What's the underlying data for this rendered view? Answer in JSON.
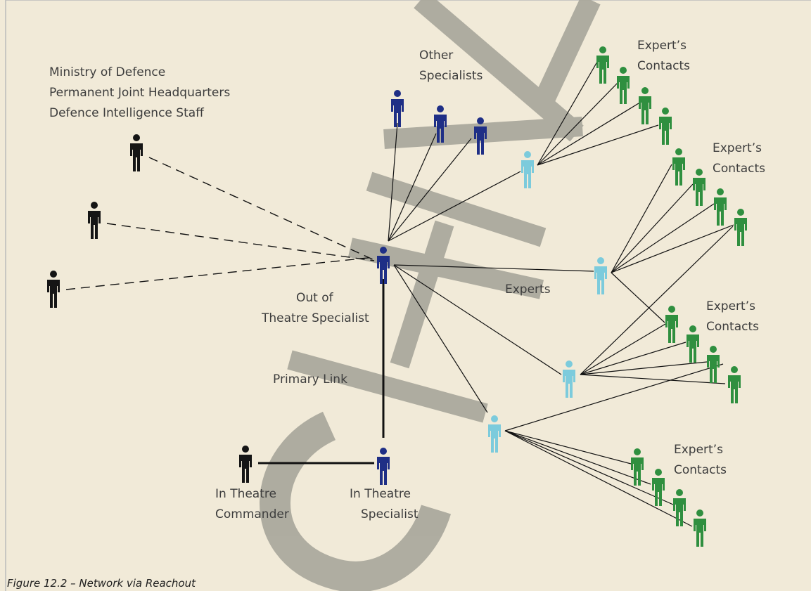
{
  "colors": {
    "background": "#f1ead8",
    "border": "#bbbbbb",
    "watermark": "#a9a79c",
    "black_person": "#151515",
    "navy_person": "#1f2f86",
    "light_blue_person": "#7ccbdc",
    "green_person": "#2f8f3f",
    "link_line": "#111111"
  },
  "watermark": {
    "text": "CHAIN"
  },
  "labels": {
    "ministry": [
      "Ministry of Defence",
      "Permanent Joint Headquarters",
      "Defence Intelligence Staff"
    ],
    "other_specialists": [
      "Other",
      "Specialists"
    ],
    "experts_contacts_1": [
      "Expert’s",
      "Contacts"
    ],
    "experts_contacts_2": [
      "Expert’s",
      "Contacts"
    ],
    "experts_contacts_3": [
      "Expert’s",
      "Contacts"
    ],
    "experts_contacts_4": [
      "Expert’s",
      "Contacts"
    ],
    "experts": "Experts",
    "out_of_theatre": [
      "Out of",
      "Theatre Specialist"
    ],
    "primary_link": "Primary Link",
    "in_theatre_commander": [
      "In Theatre",
      "Commander"
    ],
    "in_theatre_specialist": [
      "In Theatre",
      "Specialist"
    ]
  },
  "caption": "Figure 12.2 – Network via Reachout"
}
